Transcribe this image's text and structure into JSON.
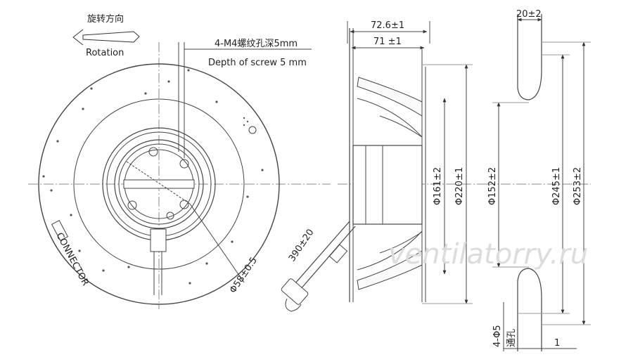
{
  "front_view": {
    "rotation_cn": "旋转方向",
    "rotation_en": "Rotation",
    "screw_cn": "4-M4螺纹孔深5mm",
    "screw_en": "Depth of screw 5 mm",
    "hub_diameter": "Φ58±0.5",
    "cable_length": "390±20",
    "connector_label": "CONNECTOR"
  },
  "side_view": {
    "depth_overall": "72.6±1",
    "depth_body": "71 ±1",
    "dia_motor": "Φ161±2",
    "dia_rotor": "Φ220±1"
  },
  "profile_view": {
    "offset": "20±2",
    "dia_inlet": "Φ152±2",
    "dia_outer": "Φ245±1",
    "dia_max": "Φ253±2",
    "holes": "4-Φ5",
    "holes_note": "通孔",
    "thickness": "1"
  },
  "watermark": "ventilatorry.ru"
}
